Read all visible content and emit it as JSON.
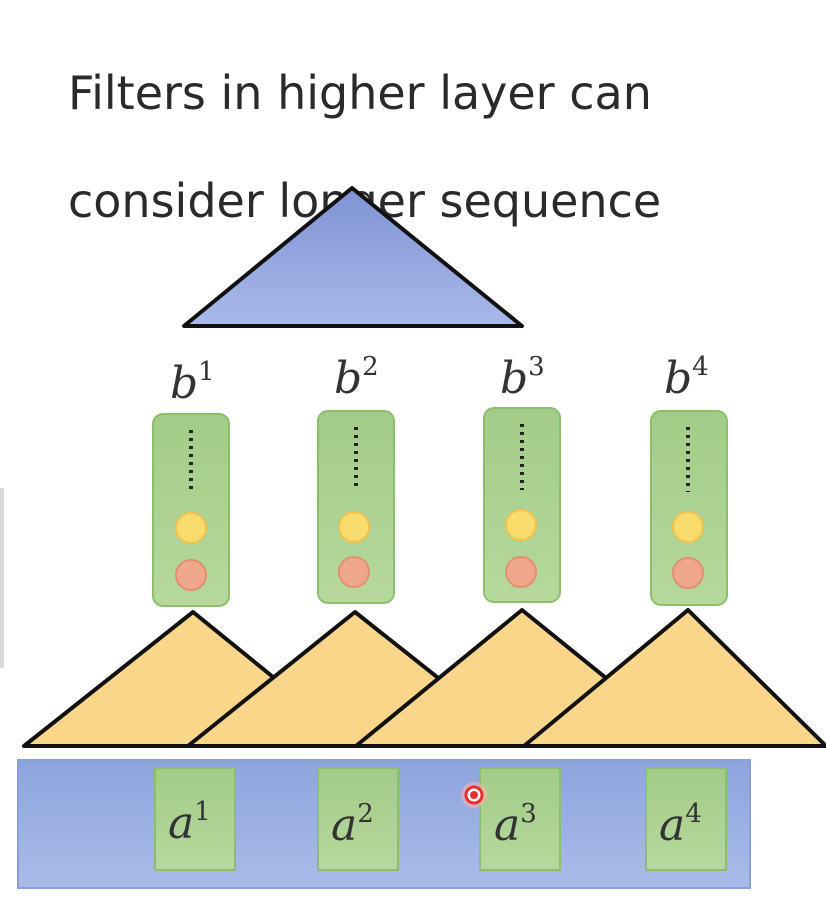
{
  "title_lines": [
    "Filters in higher layer can",
    "consider longer sequence"
  ],
  "outputs": [
    {
      "base": "b",
      "sup": "1"
    },
    {
      "base": "b",
      "sup": "2"
    },
    {
      "base": "b",
      "sup": "3"
    },
    {
      "base": "b",
      "sup": "4"
    }
  ],
  "inputs": [
    {
      "base": "a",
      "sup": "1"
    },
    {
      "base": "a",
      "sup": "2"
    },
    {
      "base": "a",
      "sup": "3"
    },
    {
      "base": "a",
      "sup": "4"
    }
  ],
  "colors": {
    "top_triangle": "#8fa3dc",
    "filter_triangle": "#fad68a",
    "input_bar": "#97aee0",
    "cell_fill": "#a8d08d",
    "neuron_yellow": "#f9dc6e",
    "neuron_pink": "#f0a88c",
    "cursor_dot": "#e53030"
  }
}
